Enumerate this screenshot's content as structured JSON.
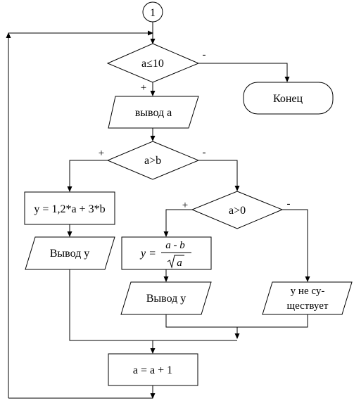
{
  "connector": "1",
  "decisions": {
    "loop_condition": "a≤10",
    "compare": "a>b",
    "positive": "a>0"
  },
  "branch_signs": {
    "yes": "+",
    "no": "-"
  },
  "terminal": "Конец",
  "io": {
    "input": "вывод a",
    "output_left": "Вывод y",
    "output_middle": "Вывод y",
    "output_right_line1": "y не су-",
    "output_right_line2": "ществует"
  },
  "processes": {
    "formula_left": "y = 1,2*a + 3*b",
    "formula_y": "y =",
    "formula_numerator": "a  -  b",
    "formula_denominator_var": "a",
    "increment": "a = a + 1"
  }
}
